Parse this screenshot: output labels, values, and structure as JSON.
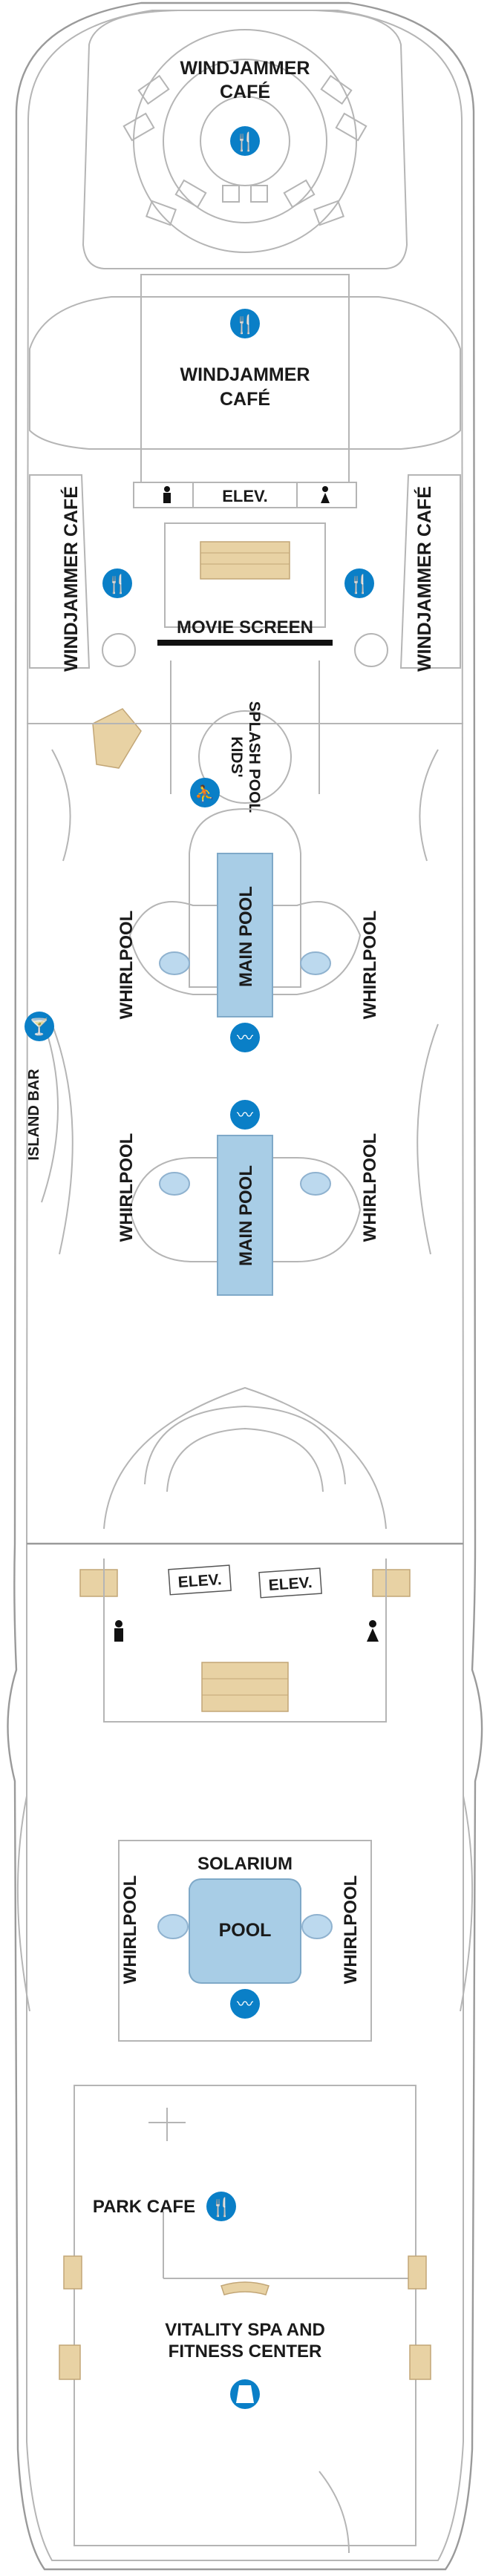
{
  "labels": {
    "windjammer_top_1": "WINDJAMMER",
    "windjammer_top_2": "CAFÉ",
    "windjammer_mid_1": "WINDJAMMER",
    "windjammer_mid_2": "CAFÉ",
    "windjammer_left": "WINDJAMMER CAFÉ",
    "windjammer_right": "WINDJAMMER CAFÉ",
    "elev_fwd": "ELEV.",
    "movie_screen": "MOVIE SCREEN",
    "kids_splash_1": "KIDS'",
    "kids_splash_2": "SPLASH POOL",
    "main_pool_1": "MAIN POOL",
    "main_pool_2": "MAIN POOL",
    "whirlpool_l1": "WHIRLPOOL",
    "whirlpool_r1": "WHIRLPOOL",
    "whirlpool_l2": "WHIRLPOOL",
    "whirlpool_r2": "WHIRLPOOL",
    "island_bar": "ISLAND BAR",
    "elev_mid_1": "ELEV.",
    "elev_mid_2": "ELEV.",
    "solarium": "SOLARIUM",
    "pool": "POOL",
    "whirlpool_sol_l": "WHIRLPOOL",
    "whirlpool_sol_r": "WHIRLPOOL",
    "park_cafe": "PARK CAFE",
    "vitality_1": "VITALITY SPA AND",
    "vitality_2": "FITNESS CENTER"
  },
  "icons": {
    "dining": "fork-knife-icon",
    "bar": "cocktail-glass-icon",
    "pool": "swimmer-icon",
    "kids": "child-icon",
    "spa": "robe-icon",
    "restroom_men": "man-restroom-icon",
    "restroom_women": "woman-restroom-icon"
  },
  "colors": {
    "icon_blue": "#0a7fc7",
    "pool_blue": "#a8cde6",
    "stair_tan": "#e8d2a4",
    "outline_gray": "#b5b5b5"
  }
}
